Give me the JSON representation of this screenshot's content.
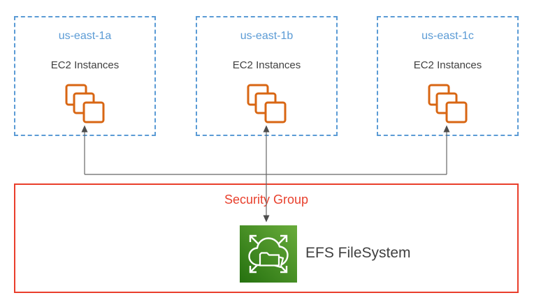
{
  "diagram": {
    "zones": [
      {
        "name": "us-east-1a",
        "service_label": "EC2 Instances",
        "icon": "ec2-instances-icon"
      },
      {
        "name": "us-east-1b",
        "service_label": "EC2 Instances",
        "icon": "ec2-instances-icon"
      },
      {
        "name": "us-east-1c",
        "service_label": "EC2 Instances",
        "icon": "ec2-instances-icon"
      }
    ],
    "security_group": {
      "label": "Security Group"
    },
    "efs": {
      "label": "EFS FileSystem",
      "icon": "efs-filesystem-icon"
    },
    "connections": [
      "ec2-us-east-1a <- security-group bus",
      "ec2-us-east-1b <-> efs-filesystem",
      "ec2-us-east-1c <- security-group bus"
    ],
    "colors": {
      "zone_border": "#5B9BD5",
      "zone_label": "#5B9BD5",
      "ec2_icon_orange": "#D86613",
      "security_group_red": "#E93E2B",
      "efs_green_dark": "#25710F",
      "efs_green_light": "#69AC3B",
      "connector_gray": "#666666",
      "text_gray": "#404040"
    }
  }
}
